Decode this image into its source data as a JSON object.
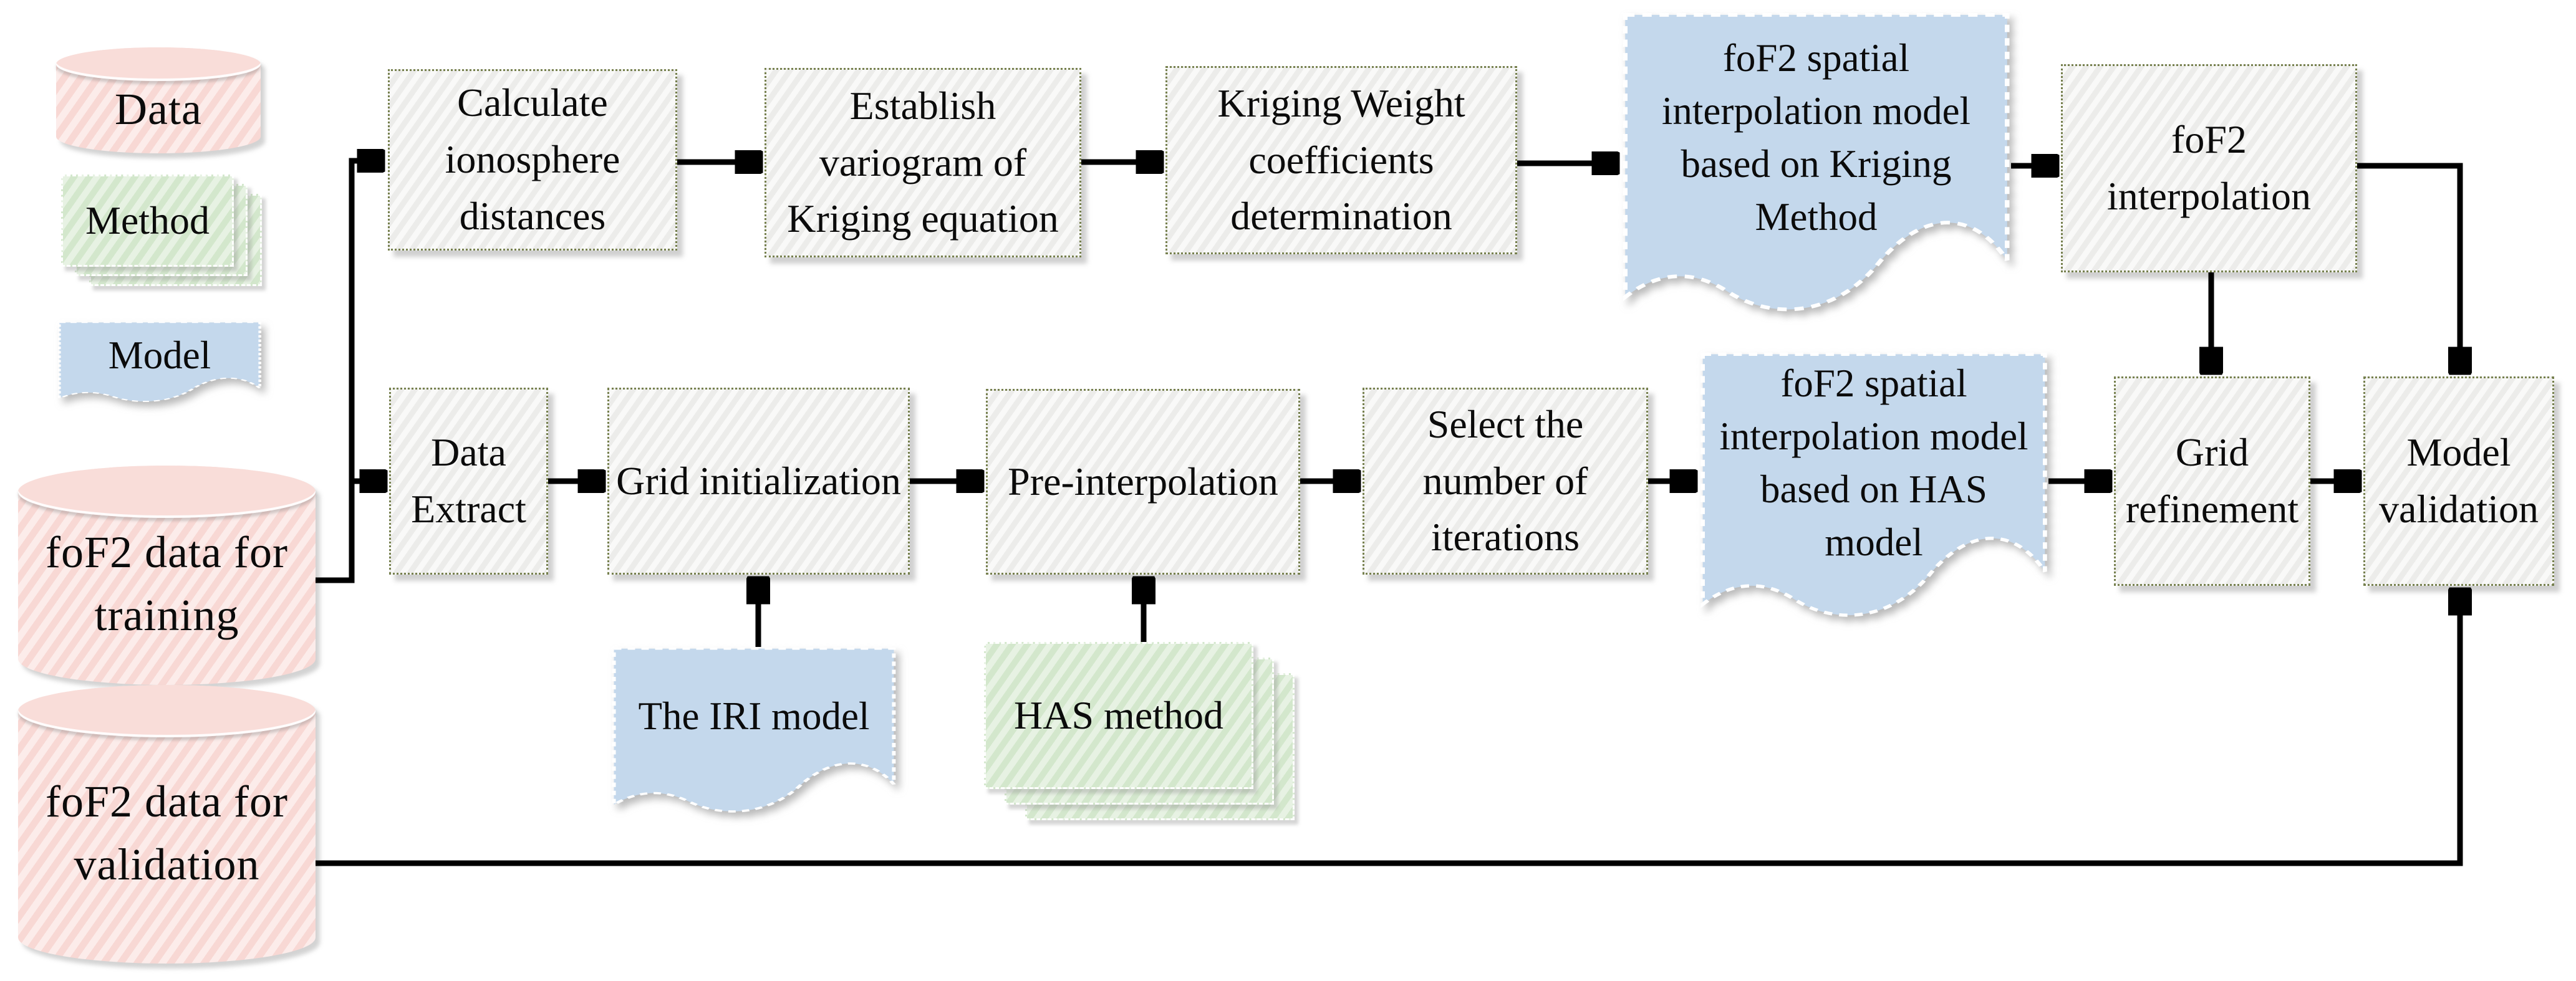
{
  "diagram": {
    "legend": {
      "data": "Data",
      "method": "Method",
      "model": "Model"
    },
    "datastores": {
      "training": "foF2 data for training",
      "validation": "foF2 data for validation"
    },
    "kriging_flow": {
      "calc_distances": "Calculate ionosphere distances",
      "variogram": "Establish variogram of Kriging equation",
      "weights": "Kriging Weight coefficients determination",
      "kriging_model": "foF2 spatial interpolation model based on Kriging Method",
      "interpolation": "foF2 interpolation"
    },
    "has_flow": {
      "data_extract": "Data Extract",
      "grid_init": "Grid initialization",
      "pre_interp": "Pre-interpolation",
      "iterations": "Select the number of iterations",
      "has_model": "foF2 spatial interpolation model based on HAS model",
      "grid_refine": "Grid refinement",
      "model_valid": "Model validation"
    },
    "inputs": {
      "iri_model": "The IRI model",
      "has_method": "HAS method"
    },
    "colors": {
      "data_fill": "#f8d8d4",
      "method_fill": "#d3e7cc",
      "model_fill": "#c4d8ec",
      "process_fill": "#f1f1ef",
      "process_border": "#76804e",
      "arrow": "#000000"
    }
  }
}
